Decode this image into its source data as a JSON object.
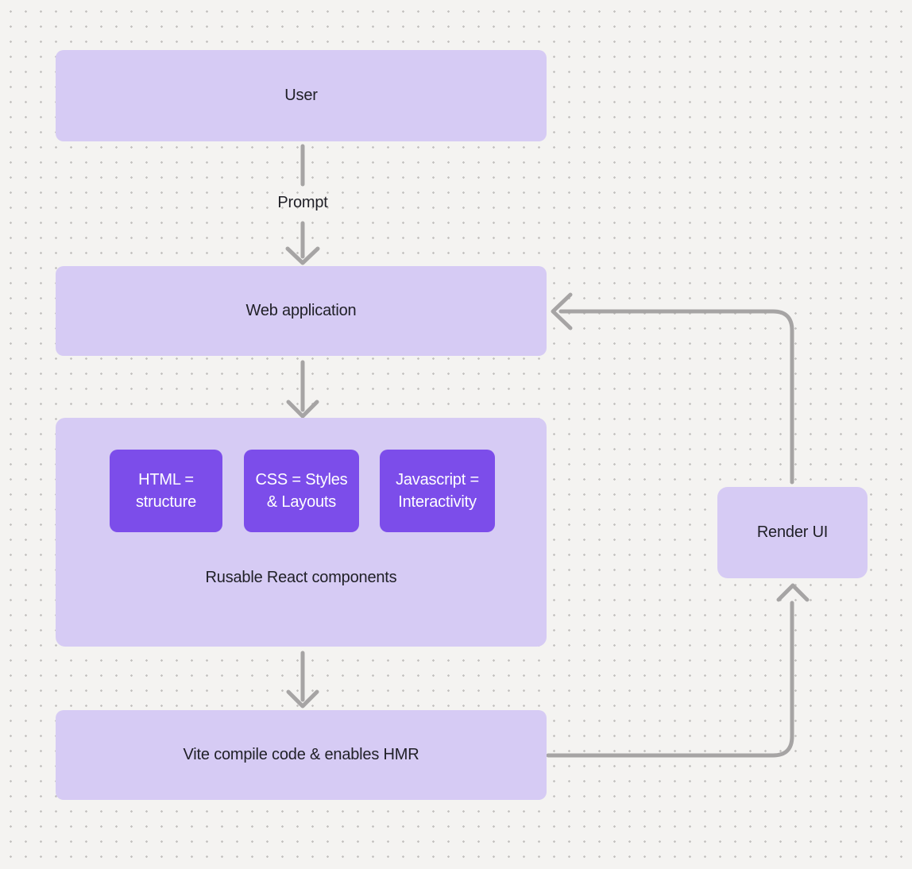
{
  "colors": {
    "background": "#f4f3f1",
    "dot": "#c4c2c0",
    "node_fill": "#d6cbf4",
    "card_fill": "#7c4dea",
    "card_text": "#ffffff",
    "text": "#202027",
    "connector": "#a6a4a4"
  },
  "nodes": {
    "user": {
      "label": "User"
    },
    "web_app": {
      "label": "Web application"
    },
    "components": {
      "caption": "Rusable React components",
      "cards": [
        {
          "label": "HTML = structure"
        },
        {
          "label": "CSS = Styles & Layouts"
        },
        {
          "label": "Javascript = Interactivity"
        }
      ]
    },
    "vite": {
      "label": "Vite compile code & enables HMR"
    },
    "render_ui": {
      "label": "Render UI"
    }
  },
  "edges": {
    "user_to_web_app_label": "Prompt"
  }
}
